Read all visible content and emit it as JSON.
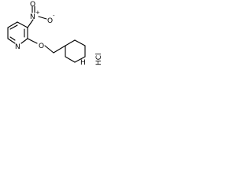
{
  "molecule": {
    "atoms": {
      "nitro_nitrogen": "N",
      "nitro_plus": "+",
      "nitro_oxygen_right": "O",
      "nitro_minus": "-",
      "nitro_oxygen_top": "O",
      "pyridine_nitrogen": "N",
      "ether_oxygen": "O",
      "piperidine_nitrogen": "H"
    },
    "salt": {
      "label": "HCl"
    }
  }
}
